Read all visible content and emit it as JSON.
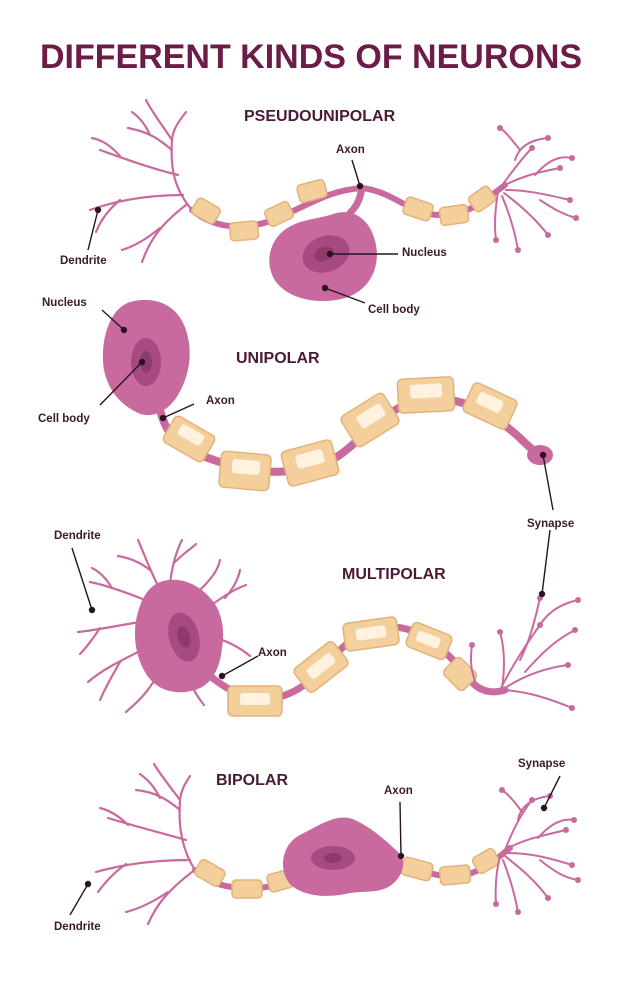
{
  "title": "DIFFERENT KINDS OF NEURONS",
  "colors": {
    "title": "#6b1c48",
    "heading": "#4a1a36",
    "cell_body": "#c96a9f",
    "cell_body_dark": "#b85a90",
    "nucleus": "#a84a82",
    "nucleolus": "#8e3a6c",
    "axon": "#c96a9f",
    "myelin": "#f3cf9c",
    "myelin_border": "#e3b27a",
    "myelin_highlight": "#fff3e0",
    "pointer": "#2a1420"
  },
  "sections": [
    {
      "heading": "PSEUDOUNIPOLAR",
      "labels": {
        "axon": "Axon",
        "nucleus": "Nucleus",
        "cell_body": "Cell body",
        "dendrite": "Dendrite"
      }
    },
    {
      "heading": "UNIPOLAR",
      "labels": {
        "nucleus": "Nucleus",
        "cell_body": "Cell body",
        "axon": "Axon",
        "synapse": "Synapse"
      }
    },
    {
      "heading": "MULTIPOLAR",
      "labels": {
        "dendrite": "Dendrite",
        "axon": "Axon"
      }
    },
    {
      "heading": "BIPOLAR",
      "labels": {
        "axon": "Axon",
        "synapse": "Synapse",
        "dendrite": "Dendrite"
      }
    }
  ]
}
